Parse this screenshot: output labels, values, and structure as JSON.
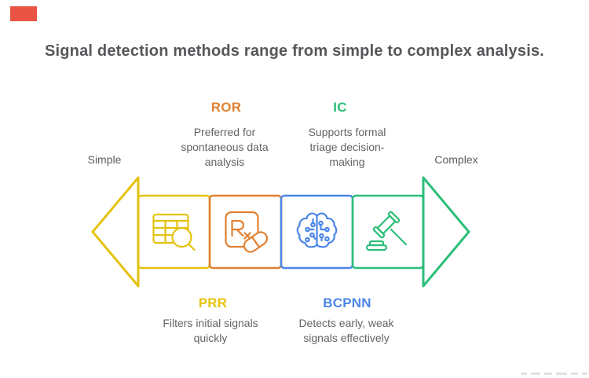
{
  "marker": {
    "color": "#EA5445"
  },
  "title": "Signal detection methods range from simple to complex analysis.",
  "scale": {
    "left": "Simple",
    "right": "Complex"
  },
  "arrows": {
    "left_color": "#E5C20E",
    "right_color": "#2BBF79"
  },
  "methods": [
    {
      "label": "PRR",
      "description": "Filters initial signals quickly",
      "color": "#E5C20E",
      "icon": "table-search-icon",
      "caption_position": "bottom"
    },
    {
      "label": "ROR",
      "description": "Preferred for spontaneous data analysis",
      "color": "#E08030",
      "icon": "prescription-pill-icon",
      "caption_position": "top"
    },
    {
      "label": "BCPNN",
      "description": "Detects early, weak signals effectively",
      "color": "#4A86E8",
      "icon": "brain-circuit-icon",
      "caption_position": "bottom"
    },
    {
      "label": "IC",
      "description": "Supports formal triage decision-making",
      "color": "#2BBF79",
      "icon": "gavel-icon",
      "caption_position": "top"
    }
  ]
}
